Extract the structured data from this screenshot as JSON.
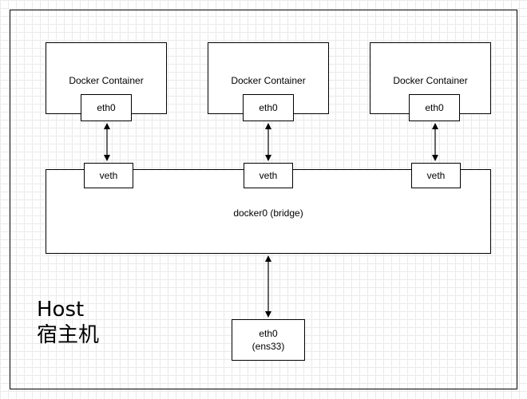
{
  "containers": [
    {
      "label": "Docker Container",
      "interface": "eth0"
    },
    {
      "label": "Docker Container",
      "interface": "eth0"
    },
    {
      "label": "Docker Container",
      "interface": "eth0"
    }
  ],
  "veth_labels": [
    "veth",
    "veth",
    "veth"
  ],
  "bridge": {
    "label": "docker0 (bridge)"
  },
  "host_nic": {
    "line1": "eth0",
    "line2": "(ens33)"
  },
  "host": {
    "line1": "Host",
    "line2": "宿主机"
  },
  "colors": {
    "stroke": "#000000",
    "grid": "#eaeaea",
    "background": "#ffffff"
  }
}
